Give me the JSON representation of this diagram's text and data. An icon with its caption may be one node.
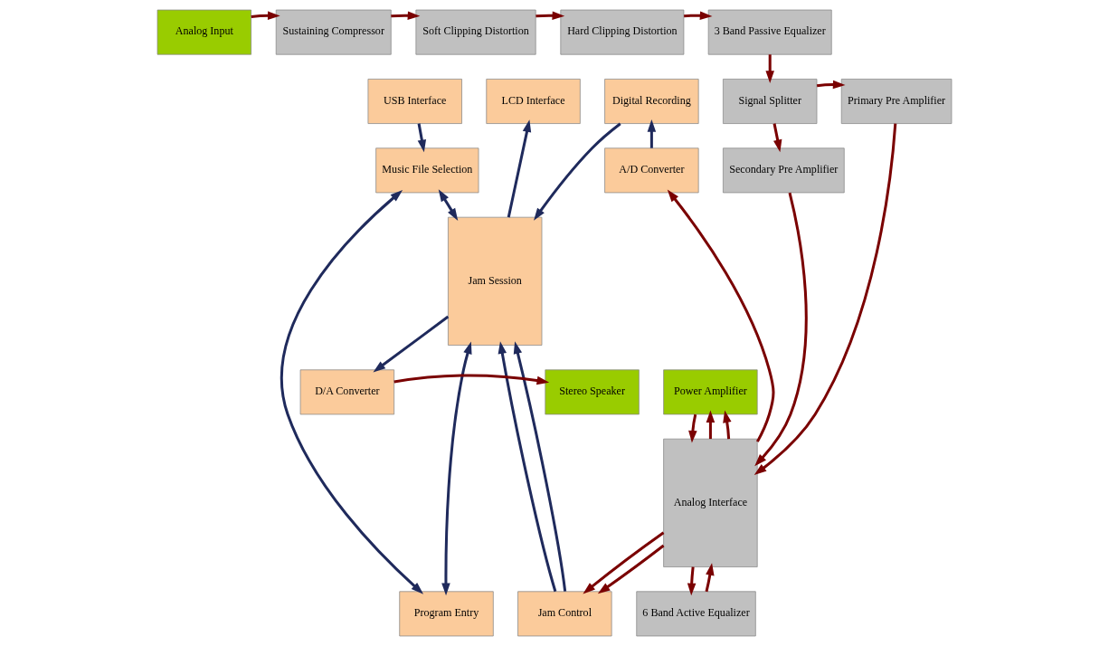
{
  "diagram": {
    "nodes": [
      {
        "text": [
          "Analog Input"
        ]
      },
      {
        "text": [
          "Sustaining Compressor"
        ]
      },
      {
        "text": [
          "Soft Clipping Distortion"
        ]
      },
      {
        "text": [
          "Hard Clipping Distortion"
        ]
      },
      {
        "text": [
          "3 Band Passive Equalizer"
        ]
      },
      {
        "text": [
          "USB Interface"
        ]
      },
      {
        "text": [
          "LCD Interface"
        ]
      },
      {
        "text": [
          "Digital Recording"
        ]
      },
      {
        "text": [
          "Primary Pre Amplifier"
        ]
      },
      {
        "text": [
          "Signal Splitter"
        ]
      },
      {
        "text": [
          "Music File Selection"
        ]
      },
      {
        "text": [
          "Jam Session"
        ]
      },
      {
        "text": [
          "A/D Converter"
        ]
      },
      {
        "text": [
          "Analog Interface"
        ]
      },
      {
        "text": [
          "Secondary Pre Amplifier"
        ]
      },
      {
        "text": [
          "Program Entry"
        ]
      },
      {
        "text": [
          "Jam Control"
        ]
      },
      {
        "text": [
          "6 Band Active Equalizer"
        ]
      },
      {
        "text": [
          "D/A Converter"
        ]
      },
      {
        "text": [
          "Stereo Speaker"
        ]
      },
      {
        "text": [
          "Power Amplifier"
        ]
      }
    ],
    "edges": [
      {
        "from": 0,
        "to": 1,
        "arrow": "to"
      },
      {
        "from": 1,
        "to": 2,
        "arrow": "to"
      },
      {
        "from": 2,
        "to": 3,
        "arrow": "to"
      },
      {
        "from": 3,
        "to": 4,
        "arrow": "to"
      },
      {
        "from": 4,
        "to": 9,
        "arrow": "to"
      },
      {
        "from": 9,
        "to": 8,
        "arrow": "to"
      },
      {
        "from": 5,
        "to": 10,
        "arrow": "to",
        "color": "#1f2a5c"
      },
      {
        "from": 11,
        "to": 6,
        "arrow": "to",
        "color": "#1f2a5c"
      },
      {
        "from": 7,
        "to": 11,
        "arrow": "to",
        "color": "#1f2a5c"
      },
      {
        "from": 12,
        "to": 7,
        "arrow": "to",
        "color": "#1f2a5c"
      },
      {
        "from": 9,
        "to": 14,
        "arrow": "to"
      },
      {
        "from": 8,
        "to": 13,
        "arrow": "to"
      },
      {
        "from": 10,
        "to": 11,
        "arrow": "both",
        "color": "#1f2a5c"
      },
      {
        "from": 10,
        "to": 15,
        "arrow": "both",
        "color": "#1f2a5c"
      },
      {
        "from": 13,
        "to": 12,
        "arrow": "to"
      },
      {
        "from": 14,
        "to": 13,
        "arrow": "to"
      },
      {
        "from": 15,
        "to": 11,
        "arrow": "both",
        "color": "#1f2a5c"
      },
      {
        "from": 16,
        "to": 11,
        "arrow": "to",
        "color": "#1f2a5c"
      },
      {
        "from": 16,
        "to": 11,
        "arrow": "to",
        "color": "#1f2a5c"
      },
      {
        "from": 13,
        "to": 16,
        "arrow": "to"
      },
      {
        "from": 13,
        "to": 16,
        "arrow": "to"
      },
      {
        "from": 17,
        "to": 13,
        "arrow": "to"
      },
      {
        "from": 13,
        "to": 17,
        "arrow": "to"
      },
      {
        "from": 11,
        "to": 18,
        "arrow": "to",
        "color": "#1f2a5c"
      },
      {
        "from": 18,
        "to": 19,
        "arrow": "to"
      },
      {
        "from": 13,
        "to": 20,
        "arrow": "to"
      },
      {
        "from": 20,
        "to": 13,
        "arrow": "to"
      },
      {
        "from": 13,
        "to": 20,
        "arrow": "to"
      }
    ]
  }
}
